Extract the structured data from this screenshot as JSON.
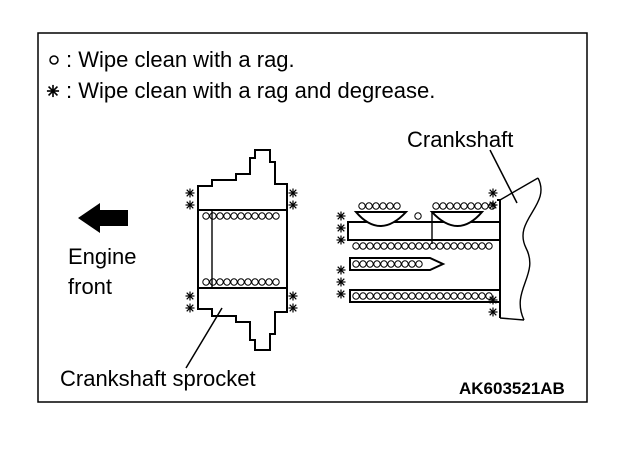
{
  "legend": {
    "rag_symbol_label": ": Wipe clean with a rag.",
    "degrease_symbol_label": ": Wipe clean with a rag and degrease."
  },
  "labels": {
    "crankshaft": "Crankshaft",
    "engine_front_line1": "Engine",
    "engine_front_line2": "front",
    "crankshaft_sprocket": "Crankshaft sprocket"
  },
  "figure_code": "AK603521AB",
  "icons": {
    "rag": "small-circle-icon",
    "degrease": "asterisk-icon",
    "direction": "left-arrow-icon"
  }
}
